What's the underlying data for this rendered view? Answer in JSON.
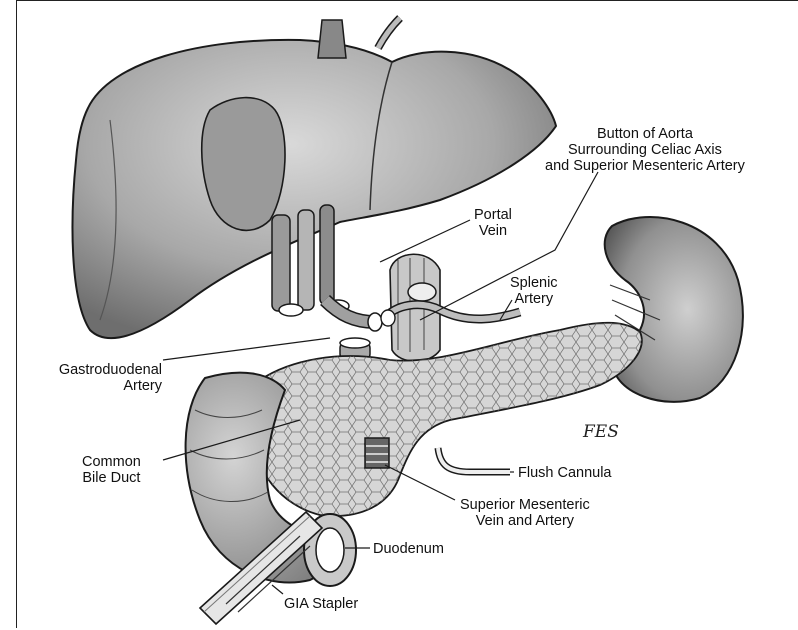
{
  "labels": {
    "aorta_button": [
      "Button of Aorta",
      "Surrounding Celiac Axis",
      "and Superior Mesenteric Artery"
    ],
    "portal_vein": [
      "Portal",
      "Vein"
    ],
    "splenic_artery": [
      "Splenic",
      "Artery"
    ],
    "gastroduodenal_artery": [
      "Gastroduodenal",
      "Artery"
    ],
    "common_bile_duct": [
      "Common",
      "Bile Duct"
    ],
    "flush_cannula": "Flush Cannula",
    "sm_vein_artery": [
      "Superior Mesenteric",
      "Vein and Artery"
    ],
    "duodenum": "Duodenum",
    "gia_stapler": "GIA Stapler"
  },
  "signature": "FES",
  "colors": {
    "ink": "#1a1a1a",
    "tissue": "#8f8f8f",
    "tissue_light": "#c4c4c4",
    "background": "#ffffff"
  }
}
